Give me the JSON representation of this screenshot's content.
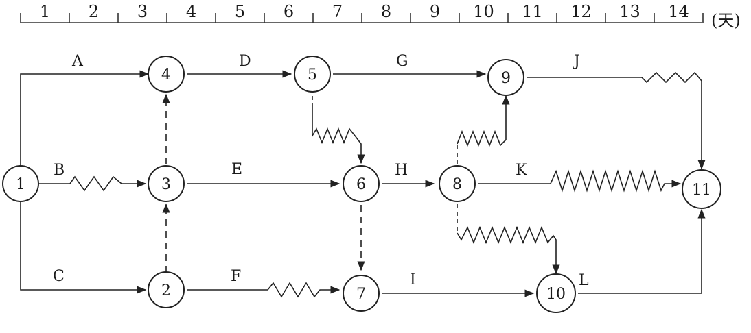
{
  "time_scale": {
    "ticks": [
      "1",
      "2",
      "3",
      "4",
      "5",
      "6",
      "7",
      "8",
      "9",
      "10",
      "11",
      "12",
      "13",
      "14"
    ],
    "unit": "(天)"
  },
  "nodes": [
    "1",
    "2",
    "3",
    "4",
    "5",
    "6",
    "7",
    "8",
    "9",
    "10",
    "11"
  ],
  "activities": {
    "A": "A",
    "B": "B",
    "C": "C",
    "D": "D",
    "E": "E",
    "F": "F",
    "G": "G",
    "H": "H",
    "I": "I",
    "J": "J",
    "K": "K",
    "L": "L"
  }
}
